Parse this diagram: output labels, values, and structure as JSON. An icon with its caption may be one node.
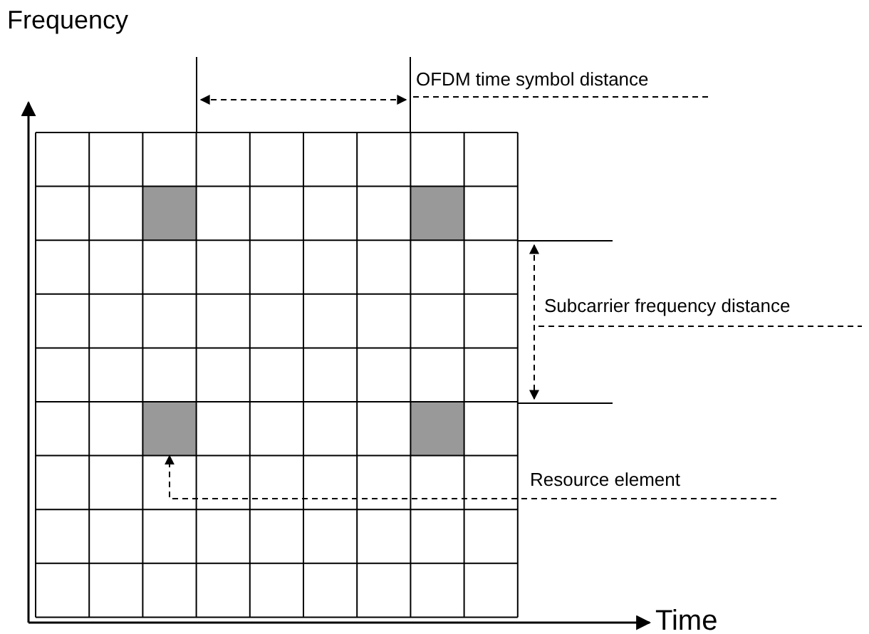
{
  "diagram": {
    "nodes": [
      {
        "text": [
          "Resource element"
        ]
      },
      {
        "text": [],
        "shape": "box"
      }
    ],
    "edges": [
      {
        "from": 0,
        "to": 1,
        "arrow": "to",
        "style": "dashed"
      }
    ],
    "labels": [
      "Frequency",
      "OFDM time symbol distance",
      "Subcarrier frequency distance",
      "Time"
    ]
  }
}
